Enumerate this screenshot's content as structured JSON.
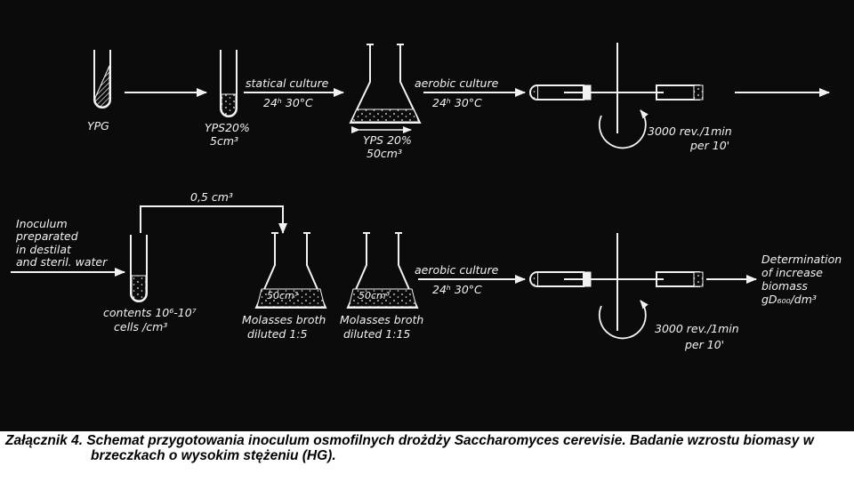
{
  "top_row": {
    "tube1_label": "YPG",
    "tube2_label_1": "YPS20%",
    "tube2_label_2": "5cm³",
    "step1_label_1": "statical culture",
    "step1_label_2": "24ʰ 30°C",
    "flask_label_1": "YPS 20%",
    "flask_label_2": "50cm³",
    "step2_label_1": "aerobic culture",
    "step2_label_2": "24ʰ 30°C",
    "centrifuge_label_1": "3000 rev./1min",
    "centrifuge_label_2": "per 10'"
  },
  "bottom_row": {
    "transfer_label": "0,5 cm³",
    "inoculum_label_1": "Inoculum",
    "inoculum_label_2": "preparated",
    "inoculum_label_3": "in destilat",
    "inoculum_label_4": "and steril. water",
    "tube_label_1": "contents 10⁶-10⁷",
    "tube_label_2": "cells /cm³",
    "flask1_volume": "50cm³",
    "flask1_label_1": "Molasses broth",
    "flask1_label_2": "diluted 1:5",
    "flask2_volume": "50cm³",
    "flask2_label_1": "Molasses broth",
    "flask2_label_2": "diluted 1:15",
    "step_label_1": "aerobic culture",
    "step_label_2": "24ʰ 30°C",
    "centrifuge_label_1": "3000 rev./1min",
    "centrifuge_label_2": "per 10'",
    "result_label_1": "Determination",
    "result_label_2": "of increase",
    "result_label_3": "biomass",
    "result_label_4": "gD₆₀₀/dm³"
  },
  "caption": {
    "line1": "Załącznik 4. Schemat przygotowania inoculum osmofilnych drożdży Saccharomyces cerevisie. Badanie wzrostu biomasy w",
    "line2": "brzeczkach o wysokim stężeniu (HG)."
  }
}
